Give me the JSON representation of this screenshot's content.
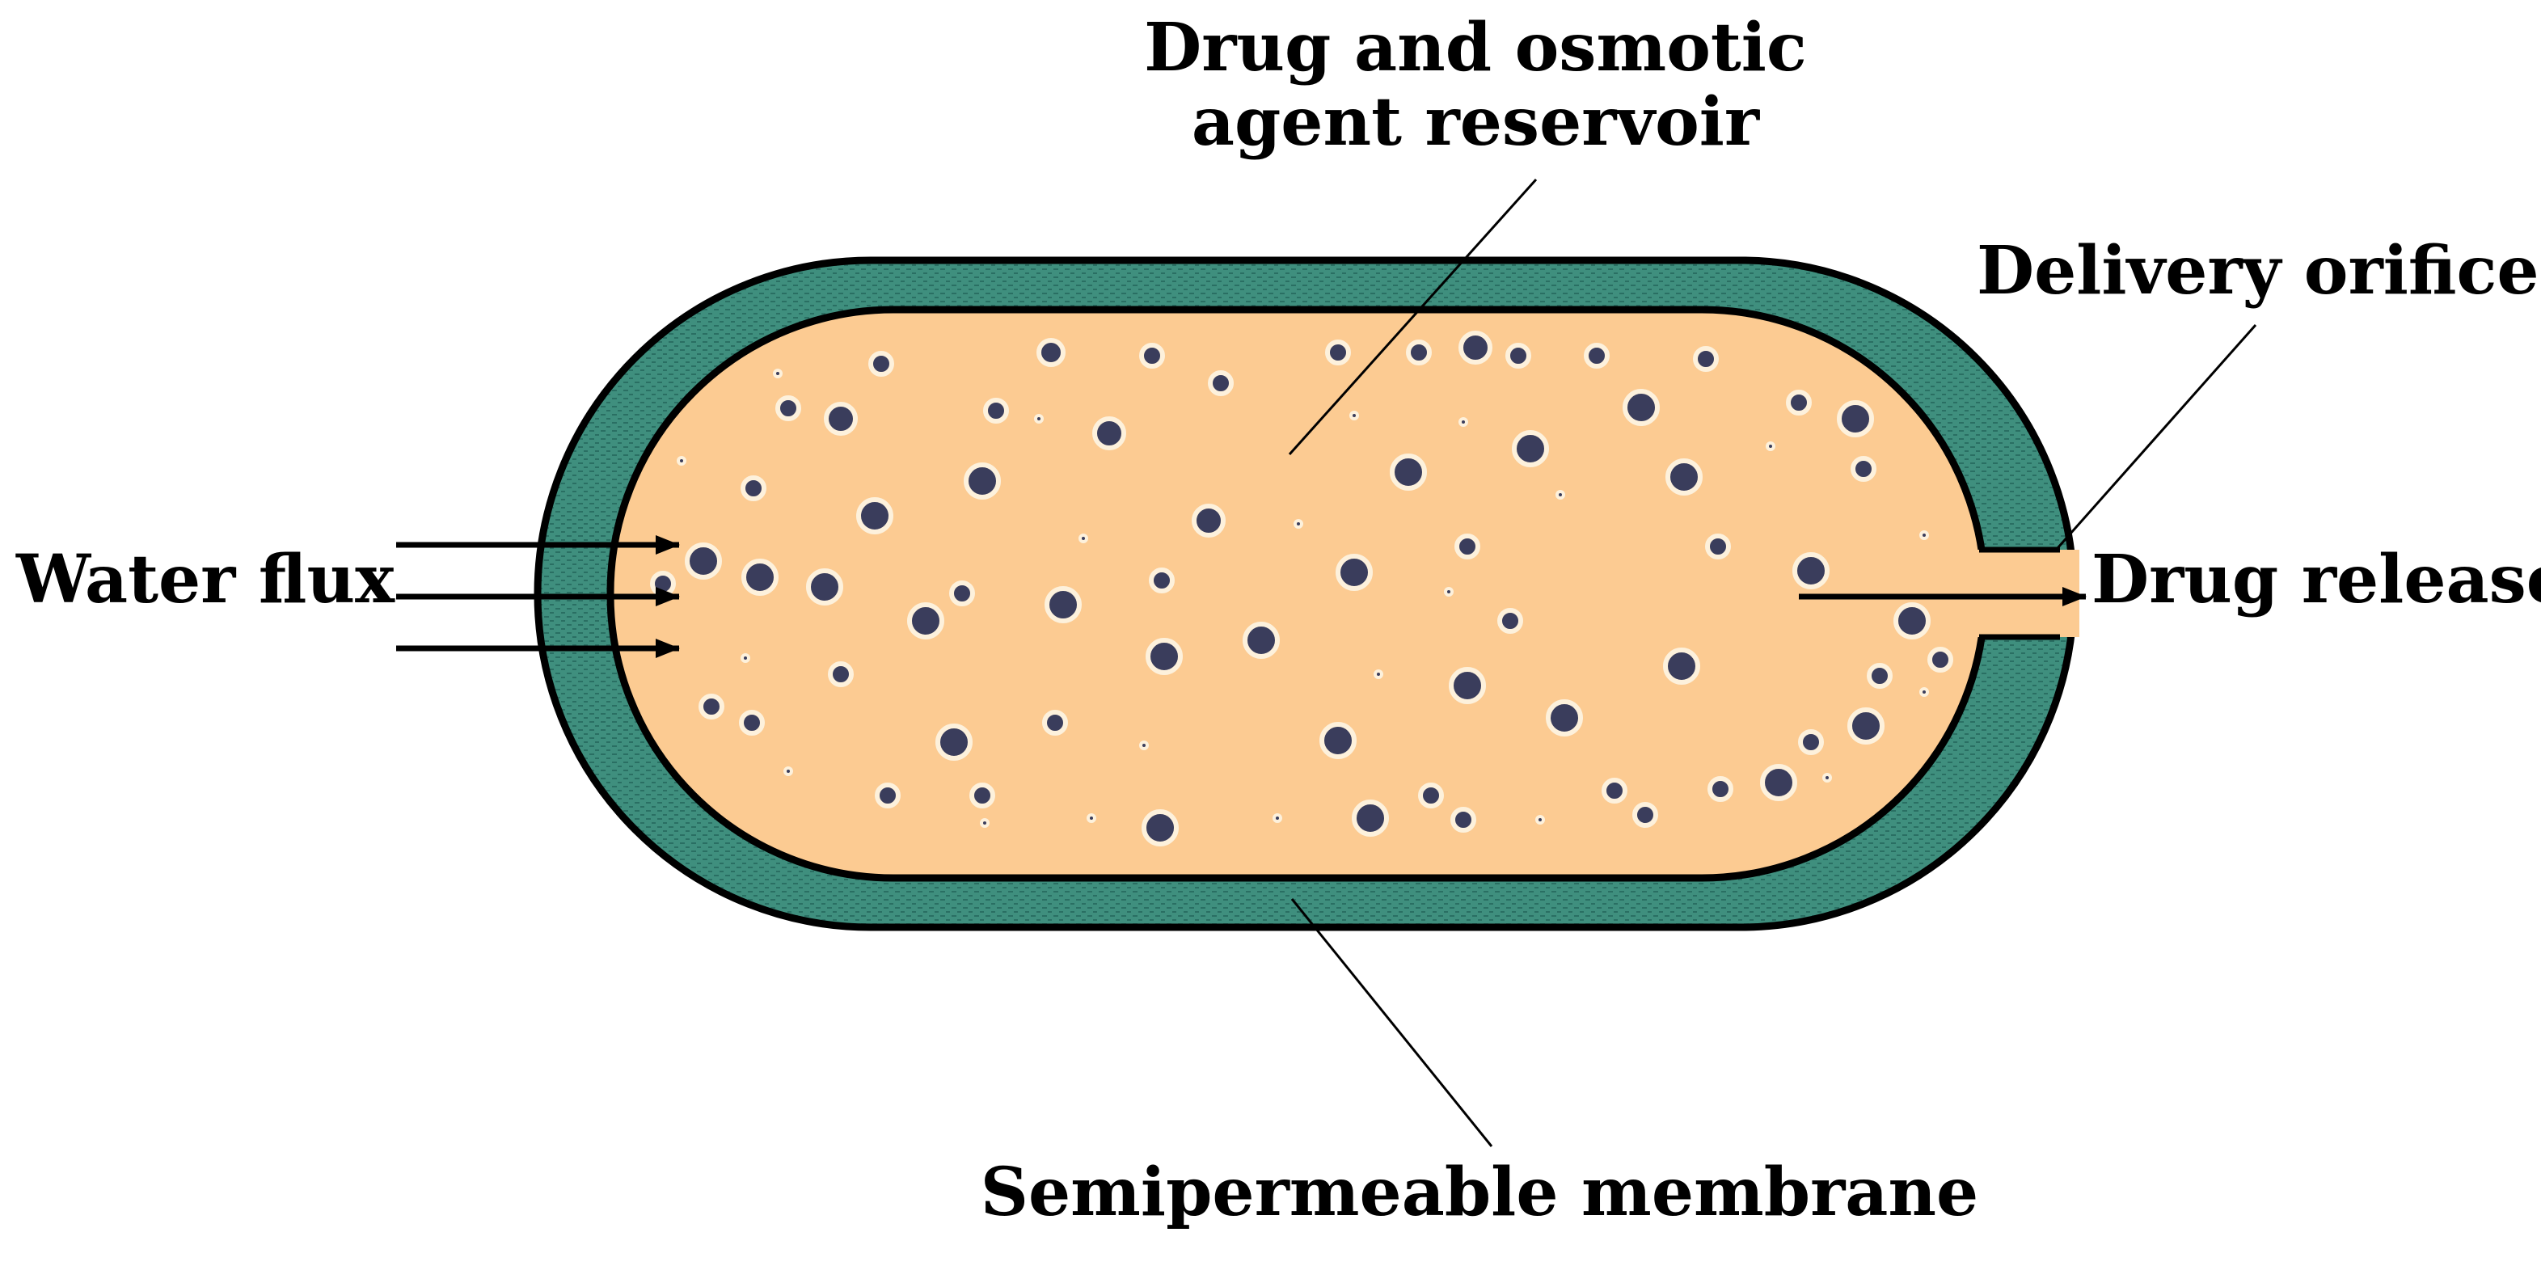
{
  "labels": {
    "reservoir_line1": "Drug and osmotic",
    "reservoir_line2": "agent reservoir",
    "delivery_orifice": "Delivery orifice",
    "water_flux": "Water flux",
    "drug_release": "Drug release",
    "membrane": "Semipermeable membrane"
  },
  "colors": {
    "membrane_fill": "#3f8f7e",
    "membrane_texture": "#2a6f63",
    "reservoir_fill": "#fccb92",
    "particle_fill": "#3a3d5c",
    "particle_ring": "#fdf1dc",
    "outline": "#000000"
  }
}
